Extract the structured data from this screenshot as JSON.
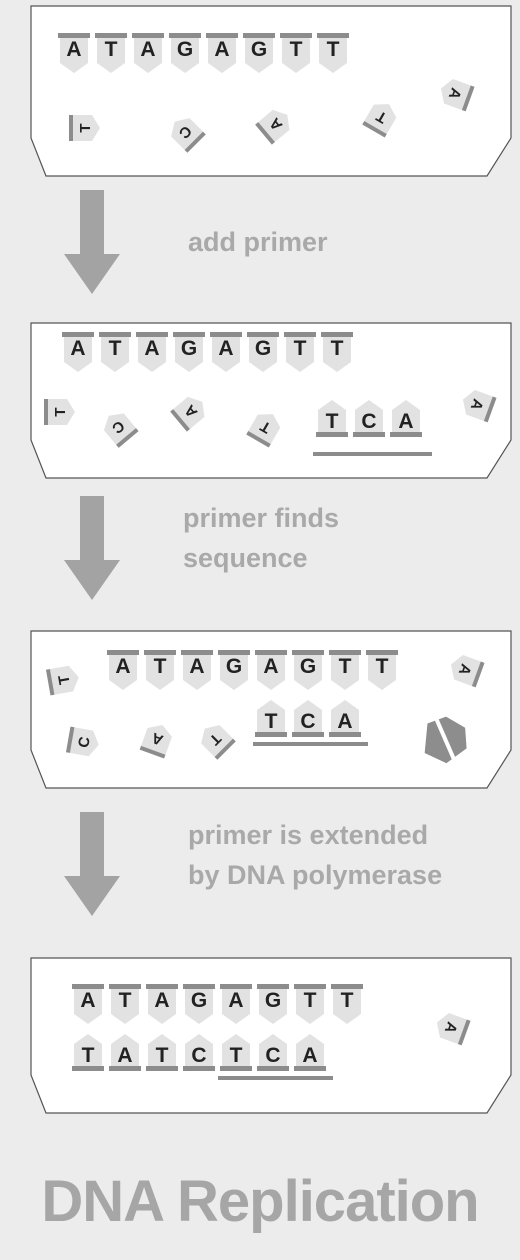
{
  "colors": {
    "background": "#ececec",
    "tube_fill": "#ffffff",
    "tube_stroke": "#555555",
    "nucleotide_fill": "#e2e2e2",
    "nucleotide_text": "#222222",
    "backbone": "#8c8c8c",
    "arrow": "#a3a3a3",
    "label_text": "#a9a9a9",
    "enzyme": "#8d8d8d"
  },
  "title": "DNA Replication",
  "template_strand": [
    "A",
    "T",
    "A",
    "G",
    "A",
    "G",
    "T",
    "T"
  ],
  "primer": [
    "T",
    "C",
    "A"
  ],
  "stages": [
    {
      "free_nucleotides": [
        "T",
        "C",
        "A",
        "T",
        "A"
      ]
    },
    {
      "caption": [
        "add primer"
      ],
      "free_nucleotides": [
        "T",
        "C",
        "A",
        "T",
        "A"
      ]
    },
    {
      "caption": [
        "primer finds",
        "sequence"
      ],
      "free_nucleotides": [
        "T",
        "C",
        "A",
        "T",
        "A"
      ],
      "enzyme": "dna-polymerase-icon"
    },
    {
      "caption": [
        "primer is extended",
        "by DNA polymerase"
      ],
      "new_bases": [
        "T",
        "A",
        "T",
        "C"
      ],
      "free_nucleotides": [
        "A"
      ]
    }
  ]
}
